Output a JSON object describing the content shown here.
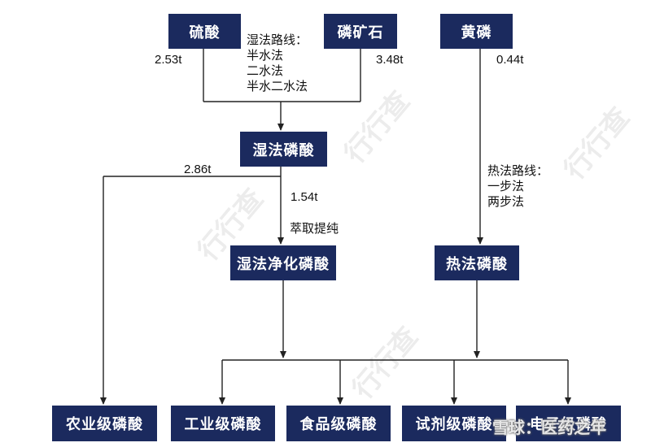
{
  "nodes": {
    "sulfuric_acid": "硫酸",
    "phosphate_rock": "磷矿石",
    "yellow_phosphorus": "黄磷",
    "wet_phosphoric_acid": "湿法磷酸",
    "wet_purified_phosphoric_acid": "湿法净化磷酸",
    "thermal_phosphoric_acid": "热法磷酸",
    "agricultural_grade": "农业级磷酸",
    "industrial_grade": "工业级磷酸",
    "food_grade": "食品级磷酸",
    "reagent_grade": "试剂级磷酸",
    "electronic_grade": "电子级磷酸"
  },
  "labels": {
    "sulfuric_qty": "2.53t",
    "rock_qty": "3.48t",
    "phosphorus_qty": "0.44t",
    "wet_route_title": "湿法路线：",
    "wet_route_methods": [
      "半水法",
      "二水法",
      "半水二水法"
    ],
    "to_agri_qty": "2.86t",
    "to_purified_qty": "1.54t",
    "purification_step": "萃取提纯",
    "thermal_route_title": "热法路线：",
    "thermal_route_methods": [
      "一步法",
      "两步法"
    ]
  },
  "watermark": {
    "text": "行行查",
    "logo": "雪球：医药之年"
  },
  "colors": {
    "box_fill": "#1b2a5e",
    "box_text": "#ffffff",
    "line": "#222222"
  }
}
